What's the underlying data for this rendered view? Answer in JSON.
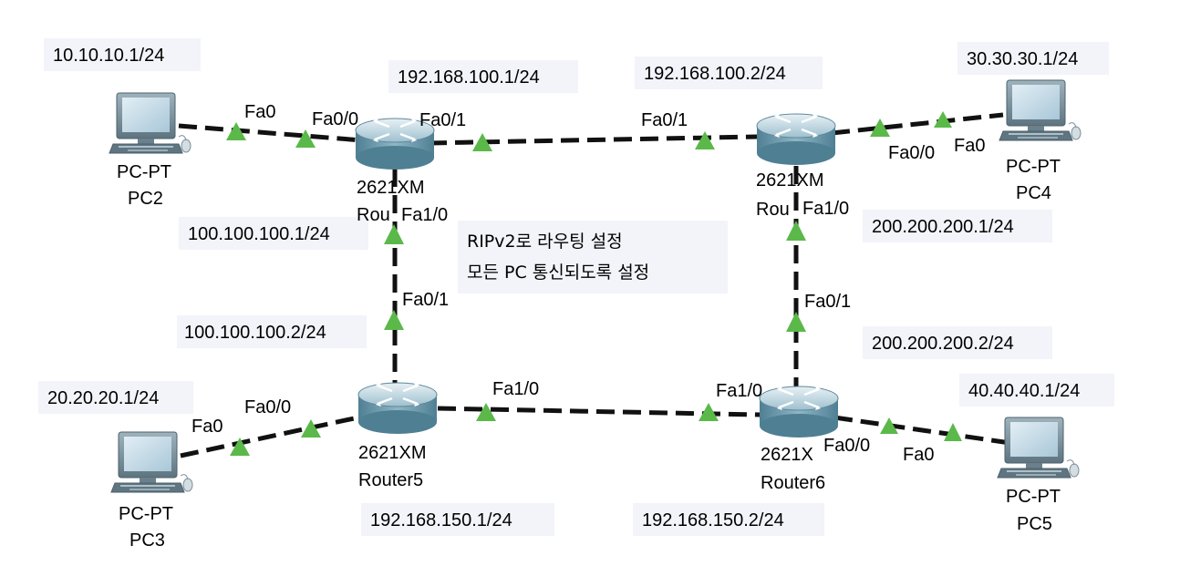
{
  "colors": {
    "link": "#111111",
    "link_up": "#5bb94a",
    "ip_box": "#f3f4f9",
    "router_body": "#6f9fb3",
    "pc_screen": "#bcd6e6"
  },
  "devices": {
    "pc2": {
      "type": "PC-PT",
      "name": "PC2",
      "ip": "10.10.10.1/24",
      "icon": "pc-icon"
    },
    "pc3": {
      "type": "PC-PT",
      "name": "PC3",
      "ip": "20.20.20.1/24",
      "icon": "pc-icon"
    },
    "pc4": {
      "type": "PC-PT",
      "name": "PC4",
      "ip": "30.30.30.1/24",
      "icon": "pc-icon"
    },
    "pc5": {
      "type": "PC-PT",
      "name": "PC5",
      "ip": "40.40.40.1/24",
      "icon": "pc-icon"
    },
    "r_tl": {
      "model": "2621XM",
      "name": "Rou",
      "icon": "router-icon"
    },
    "r_tr": {
      "model": "2621XM",
      "name": "Rou",
      "icon": "router-icon"
    },
    "r5": {
      "model": "2621XM",
      "name": "Router5",
      "icon": "router-icon"
    },
    "r6": {
      "model": "2621X",
      "name": "Router6",
      "icon": "router-icon"
    }
  },
  "networks": {
    "tl_tr_1": "192.168.100.1/24",
    "tl_tr_2": "192.168.100.2/24",
    "tl_r5_1": "100.100.100.1/24",
    "tl_r5_2": "100.100.100.2/24",
    "tr_r6_1": "200.200.200.1/24",
    "tr_r6_2": "200.200.200.2/24",
    "r5_r6_1": "192.168.150.1/24",
    "r5_r6_2": "192.168.150.2/24"
  },
  "interfaces": {
    "pc2_fa0": "Fa0",
    "tl_fa00": "Fa0/0",
    "tl_fa01": "Fa0/1",
    "tl_fa10": "Fa1/0",
    "tr_fa01": "Fa0/1",
    "tr_fa00": "Fa0/0",
    "tr_fa10": "Fa1/0",
    "pc4_fa0": "Fa0",
    "r5_fa01": "Fa0/1",
    "r5_fa00": "Fa0/0",
    "r5_fa10": "Fa1/0",
    "pc3_fa0": "Fa0",
    "r6_fa01": "Fa0/1",
    "r6_fa10": "Fa1/0",
    "r6_fa00": "Fa0/0",
    "pc5_fa0": "Fa0"
  },
  "note": {
    "line1": "RIPv2로 라우팅 설정",
    "line2": "모든 PC 통신되도록 설정"
  }
}
